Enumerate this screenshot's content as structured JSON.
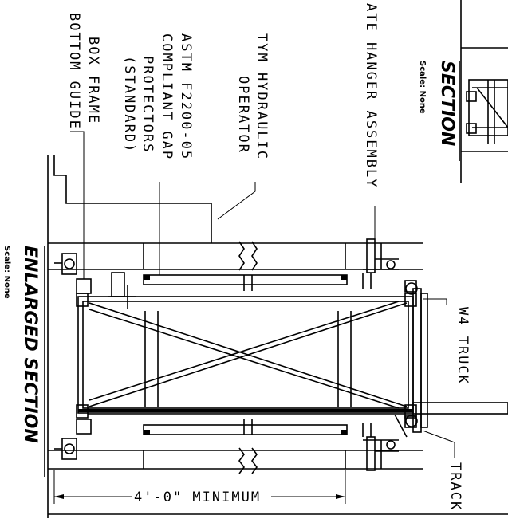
{
  "labels": {
    "box_frame": [
      "BOX FRAME",
      "BOTTOM GUIDE"
    ],
    "gap_protectors": [
      "ASTM F2200-05",
      "COMPLIANT GAP",
      "PROTECTORS",
      "(STANDARD)"
    ],
    "operator": [
      "TYM HYDRAULIC",
      "OPERATOR"
    ],
    "hanger": "ATE HANGER ASSEMBLY",
    "w4_truck": "W4 TRUCK",
    "track": "TRACK",
    "dimension": "4'-0\" MINIMUM"
  },
  "titles": {
    "enlarged_section": "ENLARGED SECTION",
    "enlarged_scale": "Scale: None",
    "section": "SECTION",
    "section_scale": "Scale: None"
  }
}
